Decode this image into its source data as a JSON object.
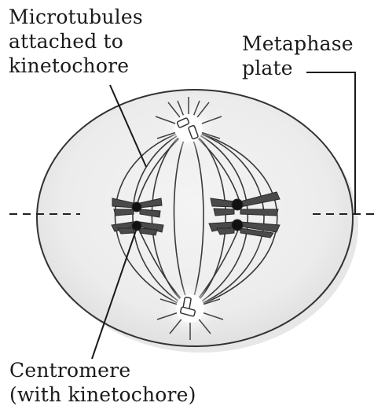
{
  "labels": {
    "microtubules": [
      "Microtubules",
      "attached to",
      "kinetochore"
    ],
    "metaphase_plate": [
      "Metaphase",
      "plate"
    ],
    "centromere": [
      "Centromere",
      "(with kinetochore)"
    ]
  },
  "colors": {
    "ink": "#1a1a1a",
    "cell_fill": "#ededed",
    "chromosome": "#4a4a4a",
    "background": "#ffffff"
  }
}
